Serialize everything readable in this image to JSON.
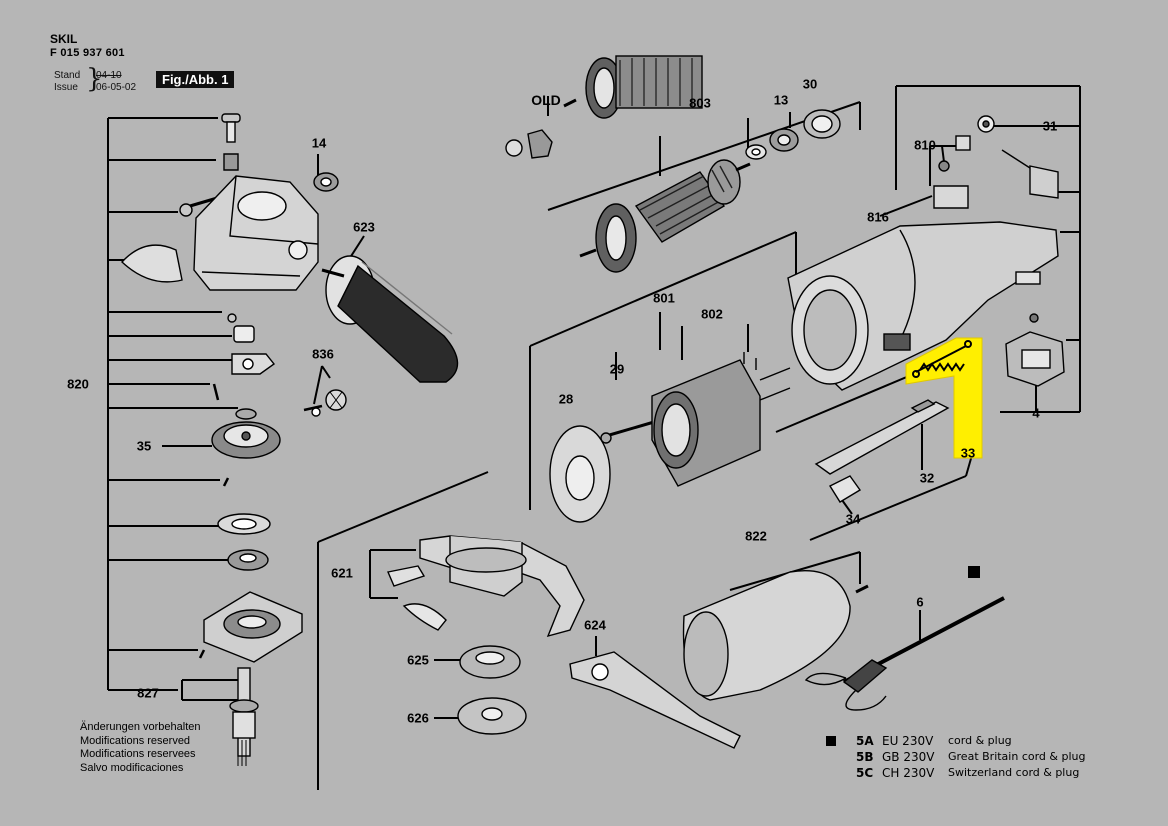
{
  "header": {
    "brand": "SKIL",
    "part_number": "F 015 937 601",
    "stand_label": "Stand",
    "stand_date": "04-10",
    "issue_label": "Issue",
    "issue_date": "06-05-02",
    "figure_label": "Fig./Abb. 1"
  },
  "callouts": {
    "c14": "14",
    "c623": "623",
    "c836": "836",
    "old": "OLD",
    "c803": "803",
    "c13": "13",
    "c30": "30",
    "c31": "31",
    "c810": "810",
    "c816": "816",
    "c801": "801",
    "c802": "802",
    "c28": "28",
    "c29": "29",
    "c820": "820",
    "c35": "35",
    "c827": "827",
    "c621": "621",
    "c625": "625",
    "c626": "626",
    "c624": "624",
    "c822": "822",
    "c6": "6",
    "c32": "32",
    "c33": "33",
    "c34": "34",
    "c4": "4"
  },
  "notes": [
    "Änderungen vorbehalten",
    "Modifications reserved",
    "Modifications reservees",
    "Salvo modificaciones"
  ],
  "legend": [
    {
      "code": "5A",
      "voltage": "EU 230V",
      "desc": "cord & plug"
    },
    {
      "code": "5B",
      "voltage": "GB 230V",
      "desc": "Great Britain cord & plug"
    },
    {
      "code": "5C",
      "voltage": "CH 230V",
      "desc": "Switzerland cord & plug"
    }
  ],
  "colors": {
    "background": "#b6b6b6",
    "ink": "#000000",
    "highlight": "#ffef00"
  }
}
